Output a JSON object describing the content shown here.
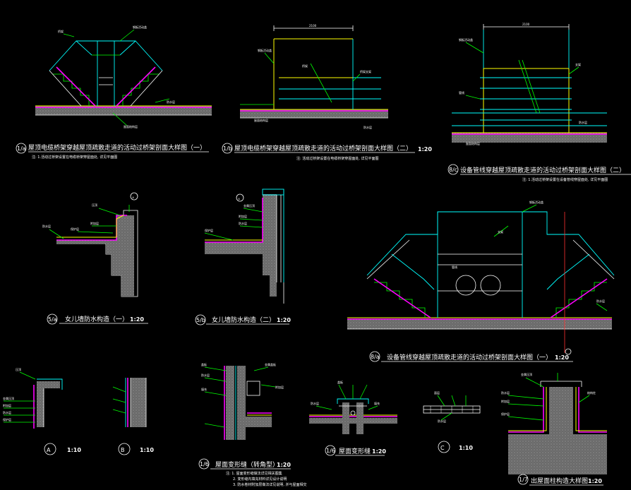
{
  "drawings": {
    "d1": {
      "num": "1/a",
      "title": "屋顶电缆桥架穿越屋顶疏散走道的活动过桥架剖面大样图（一）",
      "scale": "",
      "note": "注: 1.活动过桥架设置在电缆桥架穿屋面处, 详见平面图"
    },
    "d2": {
      "num": "1/b",
      "title": "屋顶电缆桥架穿越屋顶疏散走道的活动过桥架剖面大样图（二）",
      "scale": "1:20",
      "note": "注: 活动过桥架设置在电缆桥架穿屋面处, 详见平面图",
      "dim_top": "2100"
    },
    "d3": {
      "num": "8/c",
      "title": "设备管线穿越屋顶疏散走道的活动过桥架剖面大样图（二）",
      "scale": "",
      "note": "注: 1.活动过桥架设置在设备管线穿屋面处, 详见平面图",
      "dim_top": "2100"
    },
    "d4": {
      "num": "5/a",
      "title": "女儿墙防水构造（一）",
      "scale": "1:20"
    },
    "d5": {
      "num": "5/b",
      "title": "女儿墙防水构造（二）",
      "scale": "1:20"
    },
    "d6": {
      "num": "8/a",
      "title": "设备管线穿越屋顶疏散走道的活动过桥架剖面大样图（一）",
      "scale": "1:20"
    },
    "dA": {
      "num": "A",
      "scale": "1:10"
    },
    "dB": {
      "num": "B",
      "scale": "1:10"
    },
    "d7": {
      "num": "1/6",
      "title": "屋面变形缝（转角型）",
      "scale": "1:20",
      "notes": [
        "注: 1. 屋面变形缝做法详见相关图集",
        "2. 变形缝内填充材料详见设计说明",
        "3. 防水卷材附加层做法详见说明, 并与屋面相交"
      ]
    },
    "d8": {
      "num": "1/6",
      "title": "屋面变形缝",
      "scale": "1:20"
    },
    "dC": {
      "num": "C",
      "scale": "1:10"
    },
    "d9": {
      "num": "1/7",
      "title": "出屋面柱构造大样图",
      "scale": "1:20"
    }
  },
  "colors": {
    "green": "#00ff00",
    "cyan": "#00ffff",
    "yellow": "#ffff00",
    "magenta": "#ff00ff",
    "white": "#ffffff",
    "red": "#ff3030",
    "background": "#000000"
  },
  "icons": [
    "grid-bubble-icon",
    "elevation-marker-icon",
    "section-mark-icon"
  ]
}
